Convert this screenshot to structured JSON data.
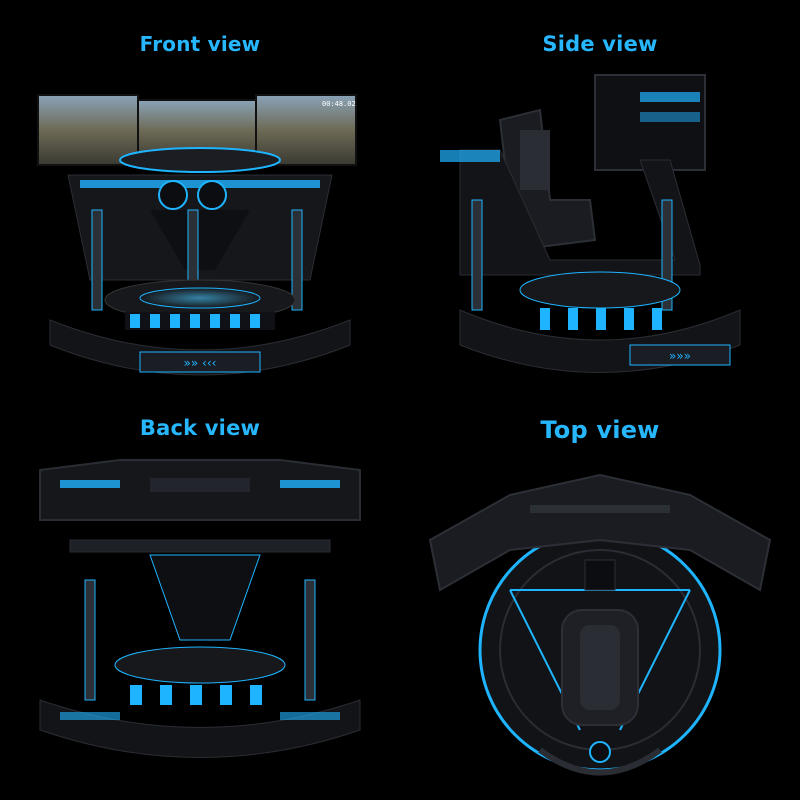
{
  "colors": {
    "background": "#000000",
    "label": "#27b7ff",
    "accent_glow": "#1fb4ff",
    "body_dark": "#1b1d22"
  },
  "views": [
    {
      "label": "Front view",
      "icon": "simulator-front-image"
    },
    {
      "label": "Side view",
      "icon": "simulator-side-image"
    },
    {
      "label": "Back view",
      "icon": "simulator-back-image"
    },
    {
      "label": "Top view",
      "icon": "simulator-top-image"
    }
  ],
  "screen": {
    "hud_text": "00:48.02"
  }
}
